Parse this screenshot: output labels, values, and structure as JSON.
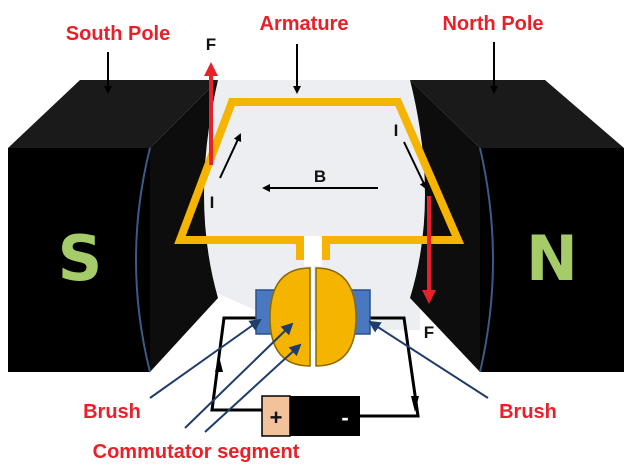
{
  "labels": {
    "south_pole": "South Pole",
    "armature": "Armature",
    "north_pole": "North Pole",
    "force_left": "F",
    "force_right": "F",
    "current_left": "I",
    "current_right": "I",
    "field": "B",
    "brush_left": "Brush",
    "brush_right": "Brush",
    "commutator": "Commutator segment",
    "pole_s": "S",
    "pole_n": "N",
    "battery_plus": "+",
    "battery_minus": "-"
  },
  "colors": {
    "label_red": "#e8202a",
    "coil": "#f5b400",
    "magnet": "#000000",
    "brush": "#4a78c0",
    "force_arrow": "#e8202a",
    "pole_letter": "#a6cc6a",
    "battery_plus_cap": "#f2c29a"
  }
}
